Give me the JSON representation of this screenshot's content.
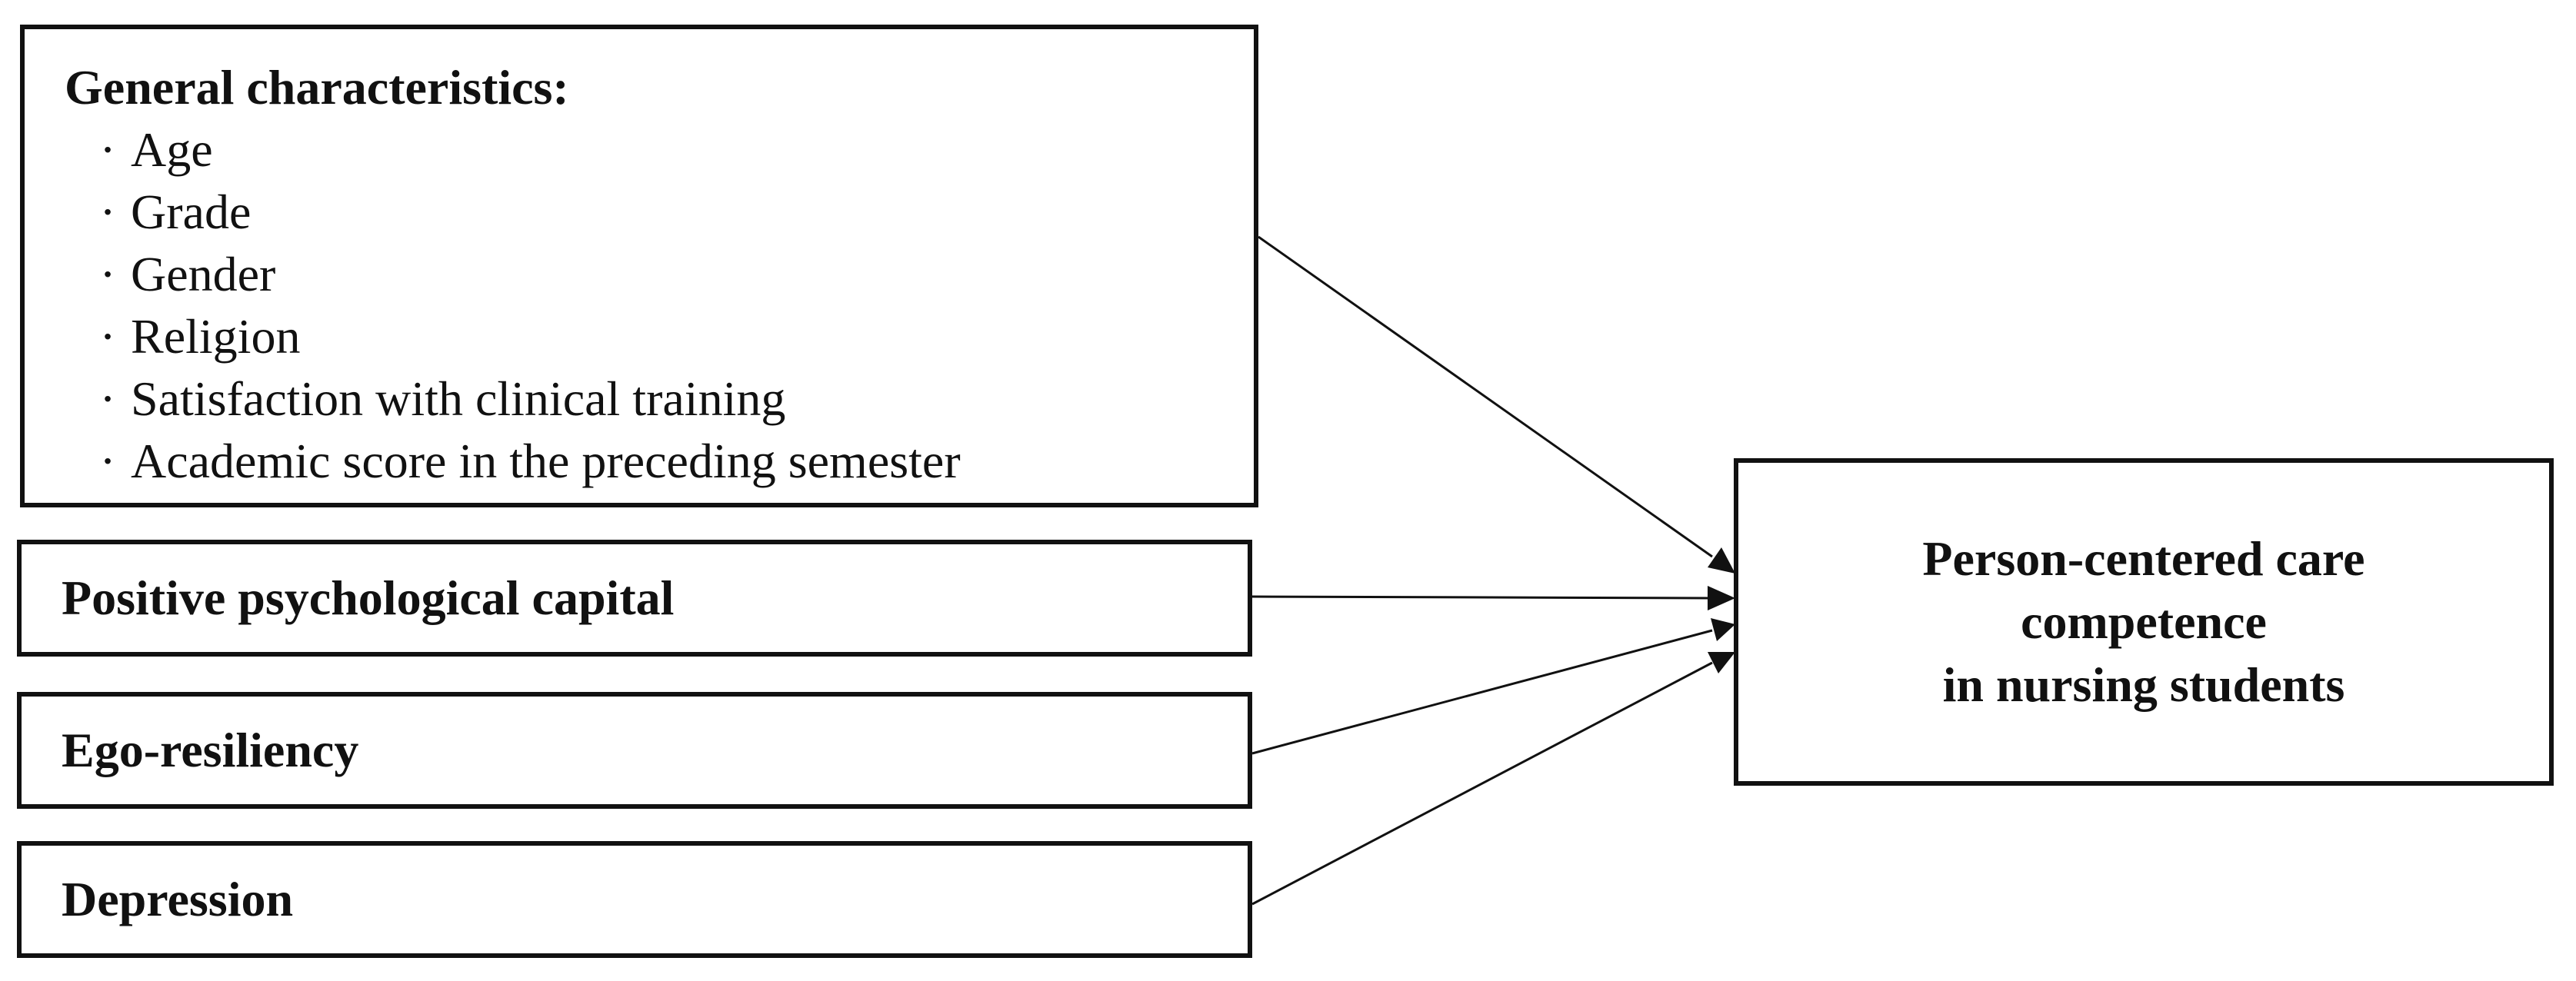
{
  "general_characteristics": {
    "heading": "General characteristics:",
    "items": [
      {
        "bullet": "·",
        "label": "Age"
      },
      {
        "bullet": "·",
        "label": "Grade"
      },
      {
        "bullet": "·",
        "label": "Gender"
      },
      {
        "bullet": "·",
        "label": "Religion"
      },
      {
        "bullet": "·",
        "label": "Satisfaction with clinical training"
      },
      {
        "bullet": "·",
        "label": "Academic score in the preceding semester"
      }
    ]
  },
  "predictors": {
    "positive_psychological_capital": "Positive psychological capital",
    "ego_resiliency": "Ego-resiliency",
    "depression": "Depression"
  },
  "outcome": {
    "lines": [
      "Person-centered care",
      "competence",
      "in nursing students"
    ]
  },
  "colors": {
    "stroke": "#111111",
    "background": "#ffffff"
  }
}
